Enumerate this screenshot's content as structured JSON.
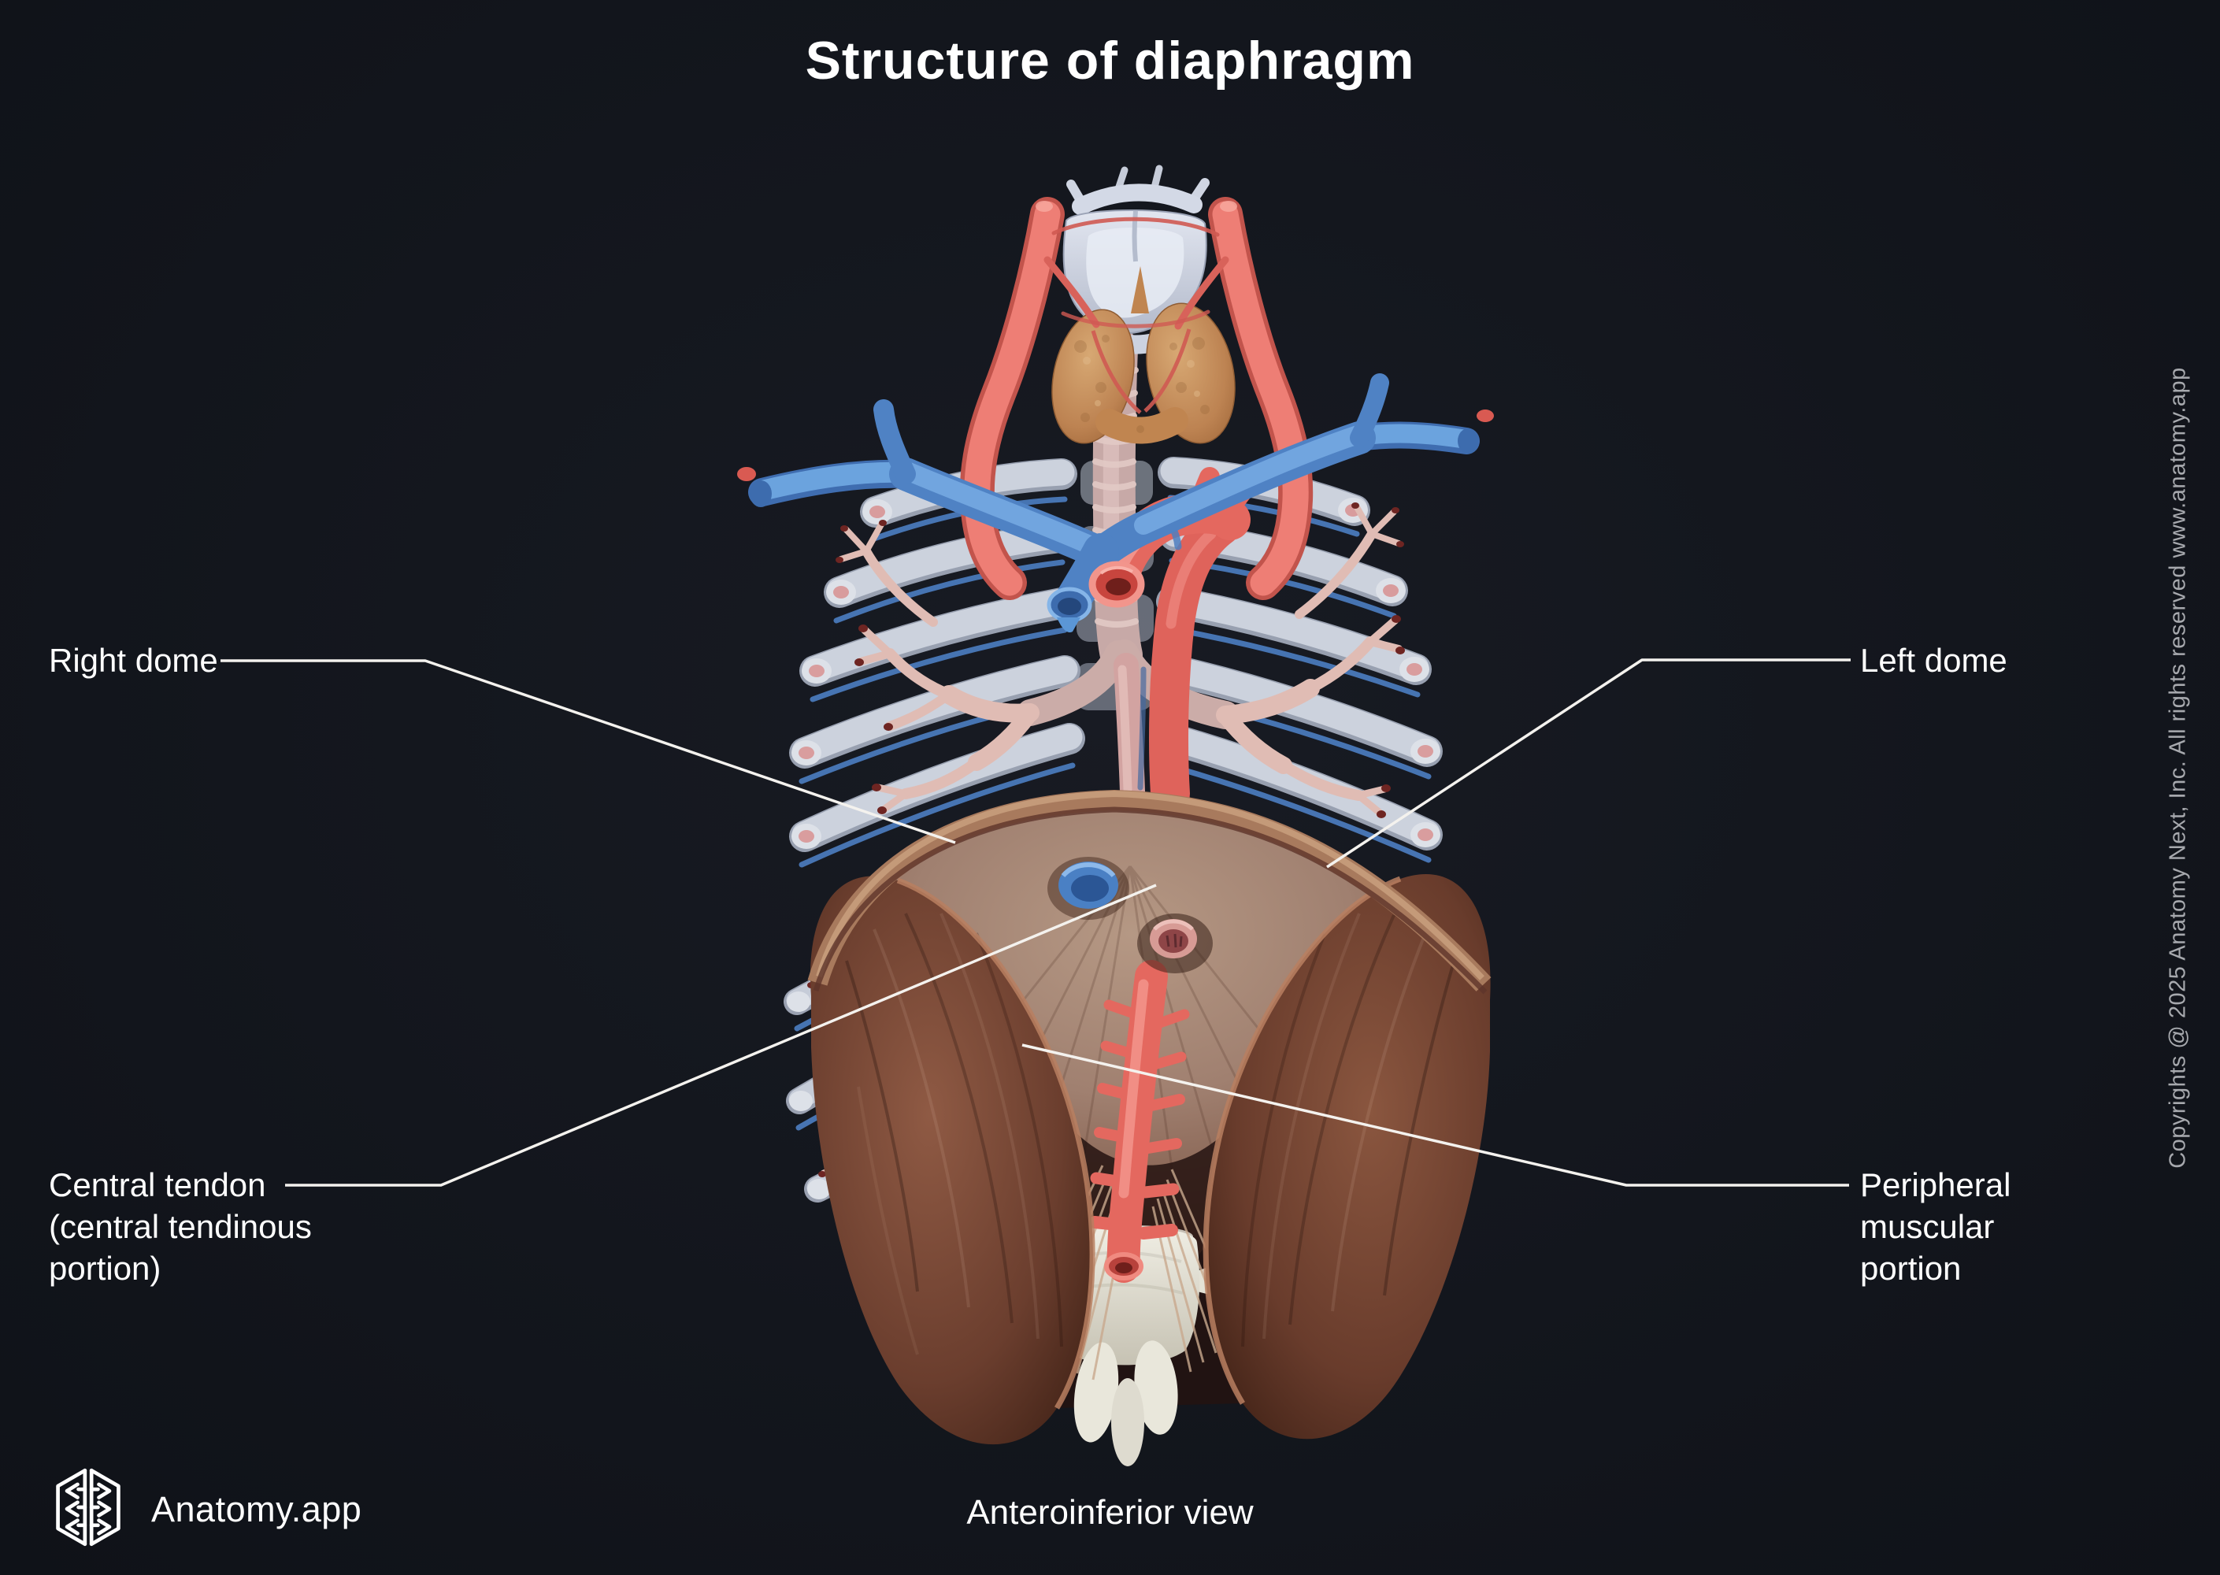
{
  "title": "Structure of diaphragm",
  "annotations": {
    "right_dome": "Right dome",
    "left_dome": "Left dome",
    "central_tendon": "Central tendon (central tendinous portion)",
    "peripheral_muscular_portion": "Peripheral muscular portion"
  },
  "footer": {
    "brand_name": "Anatomy.app",
    "view_caption": "Anteroinferior view"
  },
  "copyright_notice": "Copyrights @ 2025 Anatomy Next, Inc. All rights reserved www.anatomy.app",
  "colors": {
    "background": "#13161d",
    "label_text": "#ffffff",
    "leader_line": "#f4f2ee",
    "copyright_text": "#a7a9ae",
    "artery_red": "#e8736b",
    "vein_blue": "#5b96d6",
    "thyroid_tan": "#c08550",
    "bone_gray": "#ccd2dd",
    "diaphragm_muscle_brown": "#6b3e2e",
    "central_tendon_tan": "#a98a79"
  }
}
